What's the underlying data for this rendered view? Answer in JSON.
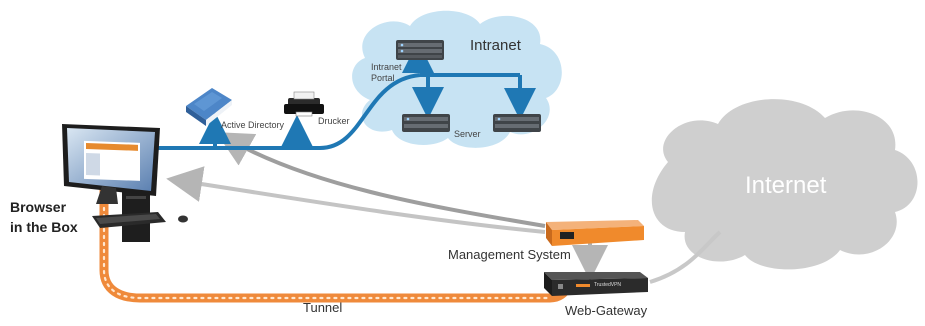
{
  "labels": {
    "intranet": "Intranet",
    "intranet_portal_line1": "Intranet",
    "intranet_portal_line2": "Portal",
    "server": "Server",
    "active_directory": "Active Directory",
    "drucker": "Drucker",
    "internet": "Internet",
    "browser_line1": "Browser",
    "browser_line2": "in the Box",
    "management_system": "Management System",
    "tunnel": "Tunnel",
    "web_gateway": "Web-Gateway",
    "gateway_brand": "TrustedVPN"
  },
  "colors": {
    "intranet_cloud": "#c7e3f3",
    "internet_cloud": "#cfcfcf",
    "blue_link": "#1f78b4",
    "gray_link": "#a9a9a9",
    "tunnel": "#ef8a3b",
    "appliance_accent": "#f08a2c"
  },
  "icons": [
    "active-directory-book-icon",
    "printer-icon",
    "rack-server-icon",
    "desktop-computer-icon",
    "appliance-icon"
  ]
}
